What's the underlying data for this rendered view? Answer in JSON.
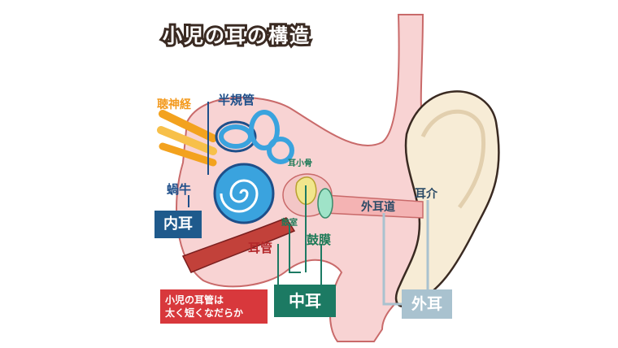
{
  "title": "小児の耳の構造",
  "labels": {
    "auditory_nerve": "聴神経",
    "semicircular_canals": "半規管",
    "cochlea": "蝸牛",
    "ossicles": "耳小骨",
    "stapes": "鼓室",
    "eardrum": "鼓膜",
    "eustachian_tube": "耳管",
    "ear_canal": "外耳道",
    "auricle": "耳介"
  },
  "regions": {
    "inner_ear": "内耳",
    "middle_ear": "中耳",
    "outer_ear": "外耳"
  },
  "note": {
    "line1": "小児の耳管は",
    "line2": "太く短くなだらか"
  },
  "colors": {
    "skin_pink": "#f8d3d3",
    "ear_cream": "#f7ecd6",
    "cochlea_blue": "#3aa3de",
    "nerve_orange": "#f3a21e",
    "tube_red": "#c2413a",
    "inner_box": "#1f5a8c",
    "middle_box": "#1c7a63",
    "outer_box": "#a9c2cf",
    "note_bg": "#d8383c"
  }
}
